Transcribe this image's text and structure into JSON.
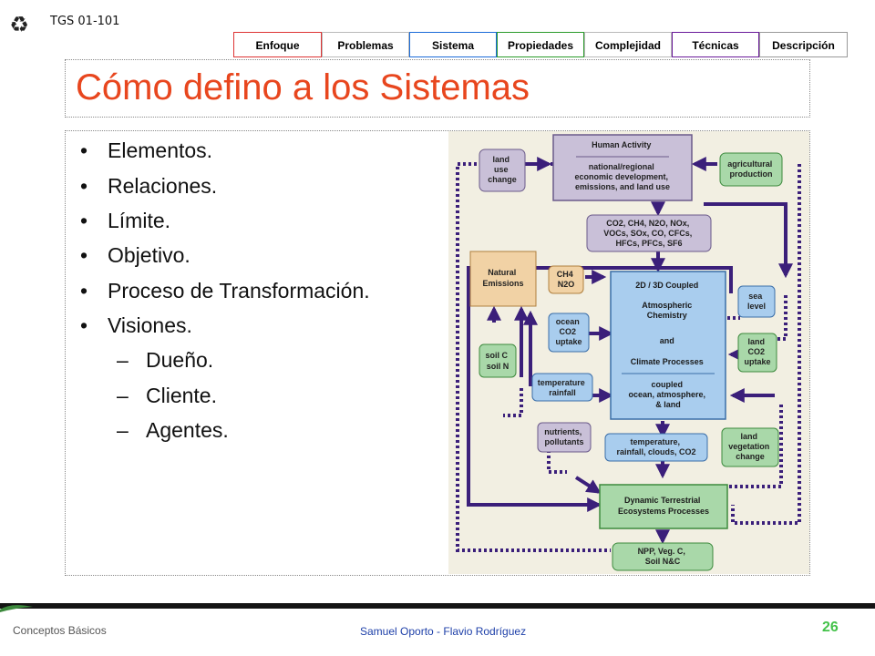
{
  "header": {
    "course_code": "TGS 01-101",
    "tabs": [
      {
        "label": "Enfoque",
        "color": "#d33333"
      },
      {
        "label": "Problemas",
        "color": "#b9b9b9"
      },
      {
        "label": "Sistema",
        "color": "#1a6bd8"
      },
      {
        "label": "Propiedades",
        "color": "#2b9b2b"
      },
      {
        "label": "Complejidad",
        "color": "#b9b9b9"
      },
      {
        "label": "Técnicas",
        "color": "#6a1a9a"
      },
      {
        "label": "Descripción",
        "color": "#999999"
      }
    ]
  },
  "slide": {
    "title": "Cómo defino a los Sistemas",
    "bullets": [
      {
        "symbol": "•",
        "text": "Elementos."
      },
      {
        "symbol": "•",
        "text": "Relaciones."
      },
      {
        "symbol": "•",
        "text": "Límite."
      },
      {
        "symbol": "•",
        "text": "Objetivo."
      },
      {
        "symbol": "•",
        "text": "Proceso de Transformación."
      },
      {
        "symbol": "•",
        "text": "Visiones."
      }
    ],
    "sub_bullets": [
      {
        "symbol": "–",
        "text": "Dueño."
      },
      {
        "symbol": "–",
        "text": "Cliente."
      },
      {
        "symbol": "–",
        "text": "Agentes."
      }
    ]
  },
  "diagram": {
    "human_activity": {
      "title": "Human Activity",
      "lines": [
        "national/regional",
        "economic development,",
        "emissions, and land use"
      ]
    },
    "land_use_change": [
      "land",
      "use",
      "change"
    ],
    "agricultural_production": [
      "agricultural",
      "production"
    ],
    "emissions_list": [
      "CO2, CH4, N2O, NOx,",
      "VOCs, SOx, CO, CFCs,",
      "HFCs, PFCs, SF6"
    ],
    "natural_emissions": [
      "Natural",
      "Emissions"
    ],
    "ch4_n2o": [
      "CH4",
      "N2O"
    ],
    "coupled": {
      "lines_top": [
        "2D / 3D Coupled",
        "",
        "Atmospheric",
        "Chemistry",
        "and",
        "Climate Processes"
      ],
      "lines_bottom": [
        "coupled",
        "ocean, atmosphere,",
        "& land"
      ]
    },
    "sea_level": [
      "sea",
      "level"
    ],
    "ocean_co2_uptake": [
      "ocean",
      "CO2",
      "uptake"
    ],
    "land_co2_uptake": [
      "land",
      "CO2",
      "uptake"
    ],
    "soil_cn": [
      "soil C",
      "soil N"
    ],
    "temperature_rainfall": [
      "temperature",
      "rainfall"
    ],
    "nutrients_pollutants": [
      "nutrients,",
      "pollutants"
    ],
    "temp_clouds_co2": [
      "temperature,",
      "rainfall, clouds, CO2"
    ],
    "land_vegetation_change": [
      "land",
      "vegetation",
      "change"
    ],
    "terrestrial": [
      "Dynamic Terrestrial",
      "Ecosystems Processes"
    ],
    "npp": [
      "NPP, Veg. C,",
      "Soil N&C"
    ]
  },
  "footer": {
    "left": "Conceptos Básicos",
    "center": "Samuel Oporto - Flavio Rodríguez",
    "page": "26"
  },
  "colors": {
    "title": "#e8461e",
    "arrow": "#3b1f7a",
    "human_box": "#c9c0d8",
    "climate_box": "#a9cdee",
    "terrestrial_box": "#a9d8a9",
    "emissions_box": "#f1d2a5",
    "diagram_bg": "#f2efe2",
    "page_number": "#44c24a",
    "footer_center": "#1d3fa8"
  }
}
